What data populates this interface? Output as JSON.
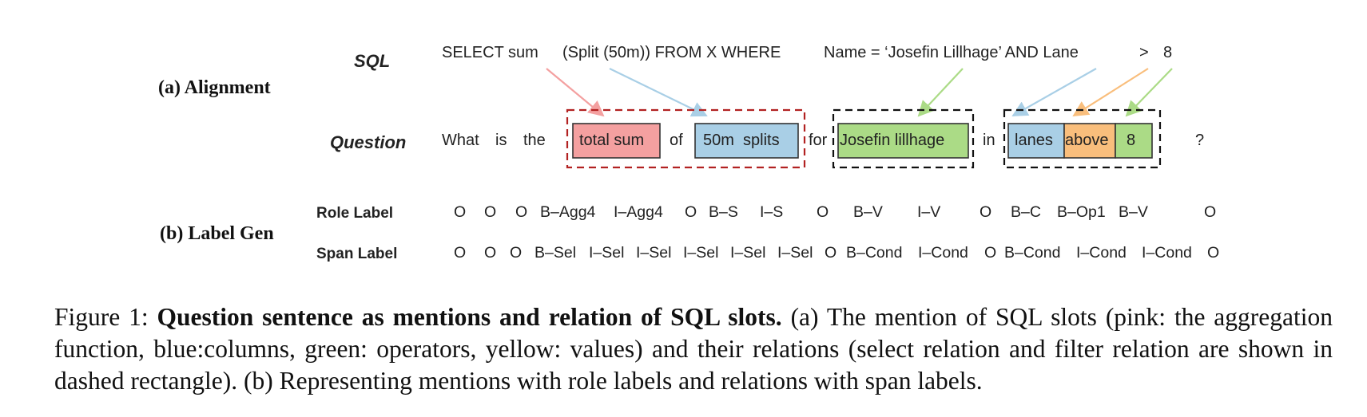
{
  "figure": {
    "section_a_label": "(a) Alignment",
    "section_b_label": "(b) Label Gen",
    "sql_row_label": "SQL",
    "question_row_label": "Question",
    "role_row_label": "Role Label",
    "span_row_label": "Span Label",
    "sql_text": {
      "select_sum": "SELECT sum",
      "split": "(Split (50m)) FROM X WHERE",
      "name_eq": "Name = ‘Josefin Lillhage’ AND Lane",
      "gt": ">",
      "eight": "8"
    },
    "question_tokens": {
      "what": "What",
      "is": "is",
      "the": "the",
      "total_sum": "total sum",
      "of": "of",
      "splits_50m": "50m  splits",
      "for": "for",
      "josefin": "Josefin lillhage",
      "in": "in",
      "lanes": "lanes",
      "above": "above",
      "eight": "8",
      "qmark": "?"
    },
    "role_labels": [
      "O",
      "O",
      "O",
      "B–Agg4",
      "I–Agg4",
      "O",
      "B–S",
      "I–S",
      "O",
      "B–V",
      "I–V",
      "O",
      "B–C",
      "B–Op1",
      "B–V",
      "O"
    ],
    "span_labels": [
      "O",
      "O",
      "O",
      "B–Sel",
      "I–Sel",
      "I–Sel",
      "I–Sel",
      "I–Sel",
      "I–Sel",
      "O",
      "B–Cond",
      "I–Cond",
      "O",
      "B–Cond",
      "I–Cond",
      "I–Cond",
      "O"
    ],
    "colors": {
      "pink": "#f4a0a0",
      "blue": "#a9cfe6",
      "green": "#abdb86",
      "orange": "#f9be7c",
      "red_dash": "#b22222",
      "black_dash": "#111111"
    }
  },
  "caption": {
    "prefix": "Figure 1: ",
    "title": "Question sentence as mentions and relation of SQL slots.",
    "body": " (a) The mention of SQL slots (pink: the aggregation function, blue:columns, green: operators, yellow: values) and their relations (select relation and filter relation are shown in dashed rectangle). (b) Representing mentions with role labels and relations with span labels."
  }
}
